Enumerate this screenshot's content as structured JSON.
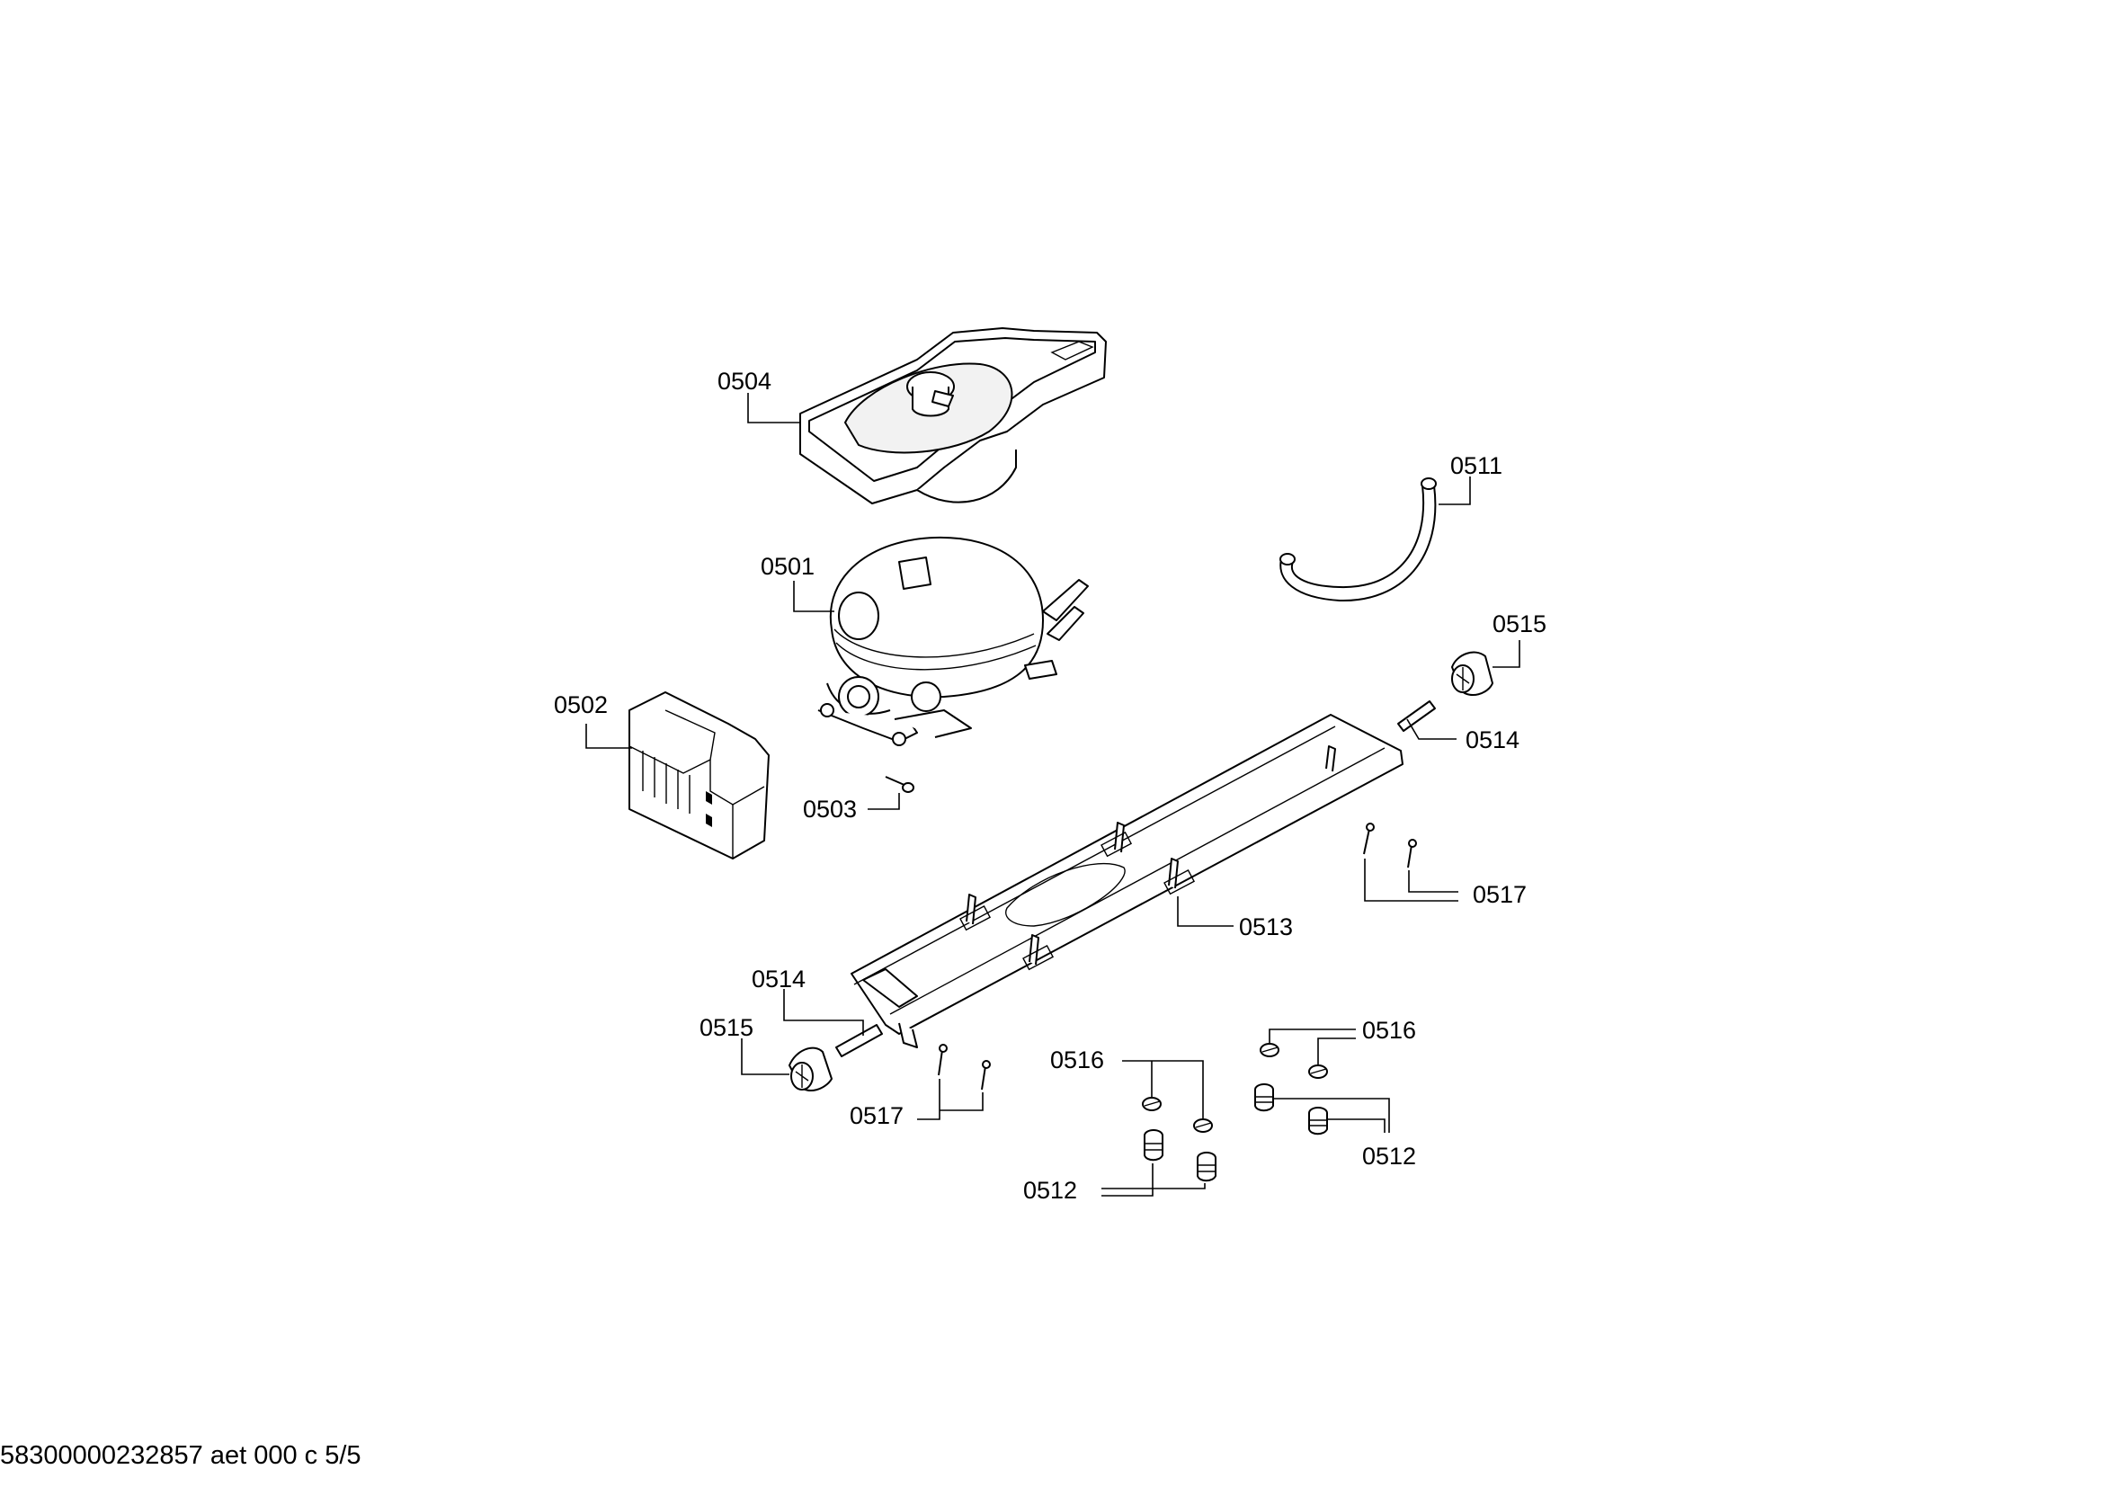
{
  "labels": {
    "l0504": "0504",
    "l0511": "0511",
    "l0501": "0501",
    "l0515a": "0515",
    "l0502": "0502",
    "l0514a": "0514",
    "l0503": "0503",
    "l0517a": "0517",
    "l0513": "0513",
    "l0514b": "0514",
    "l0515b": "0515",
    "l0516a": "0516",
    "l0516b": "0516",
    "l0517b": "0517",
    "l0512a": "0512",
    "l0512b": "0512"
  },
  "footer": "58300000232857 aet 000 c 5/5"
}
